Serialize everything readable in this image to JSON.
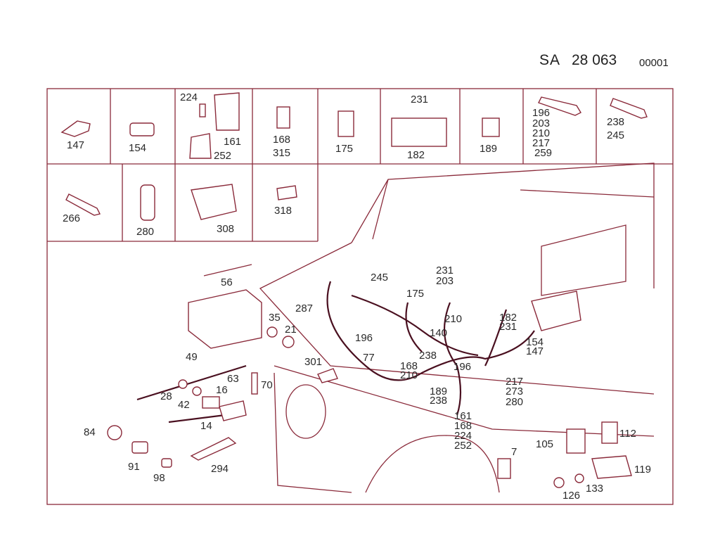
{
  "header": {
    "code": "SA",
    "number": "28 063",
    "sheet": "00001"
  },
  "legend_row1": [
    {
      "id": "cell-147",
      "labels": [
        "147"
      ]
    },
    {
      "id": "cell-154",
      "labels": [
        "154"
      ]
    },
    {
      "id": "cell-224",
      "labels": [
        "224",
        "161",
        "252"
      ]
    },
    {
      "id": "cell-168",
      "labels": [
        "168",
        "315"
      ]
    },
    {
      "id": "cell-175",
      "labels": [
        "175"
      ]
    },
    {
      "id": "cell-182",
      "labels": [
        "231",
        "182"
      ]
    },
    {
      "id": "cell-189",
      "labels": [
        "189"
      ]
    },
    {
      "id": "cell-196",
      "labels": [
        "196",
        "203",
        "210",
        "217",
        "259"
      ]
    },
    {
      "id": "cell-238",
      "labels": [
        "238",
        "245"
      ]
    }
  ],
  "legend_row2": [
    {
      "id": "cell-266",
      "labels": [
        "266"
      ]
    },
    {
      "id": "cell-280",
      "labels": [
        "280"
      ]
    },
    {
      "id": "cell-308",
      "labels": [
        "308"
      ]
    },
    {
      "id": "cell-318",
      "labels": [
        "318"
      ]
    }
  ],
  "callouts": [
    "56",
    "35",
    "21",
    "287",
    "245",
    "231",
    "203",
    "175",
    "210",
    "182",
    "231",
    "196",
    "140",
    "77",
    "238",
    "168",
    "210",
    "196",
    "154",
    "147",
    "217",
    "273",
    "280",
    "189",
    "238",
    "161",
    "168",
    "224",
    "252",
    "301",
    "49",
    "70",
    "63",
    "16",
    "28",
    "42",
    "14",
    "84",
    "91",
    "98",
    "294",
    "7",
    "105",
    "112",
    "119",
    "126",
    "133"
  ],
  "colors": {
    "line": "#8a2a3a",
    "text": "#2a2a2a"
  }
}
